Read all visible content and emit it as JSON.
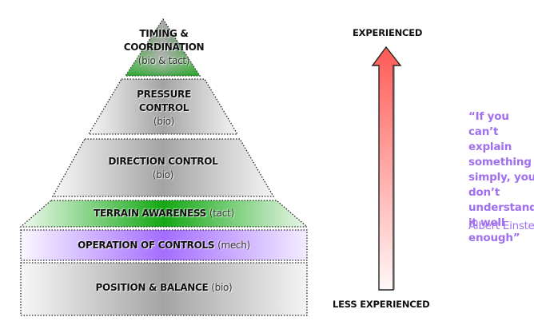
{
  "pyramid": {
    "levels": [
      {
        "title_lines": [
          "TIMING &",
          "COORDINATION"
        ],
        "tag": "(bio & tact)",
        "category": "bio & tact",
        "color": "#2fa02f"
      },
      {
        "title_lines": [
          "PRESSURE",
          "CONTROL"
        ],
        "tag": "(bio)",
        "category": "bio",
        "color": "#9a9a9a"
      },
      {
        "title_lines": [
          "DIRECTION CONTROL"
        ],
        "tag": "(bio)",
        "category": "bio",
        "color": "#9a9a9a"
      },
      {
        "title": "TERRAIN AWARENESS",
        "tag": "(tact)",
        "category": "tact",
        "color": "#11aa11"
      },
      {
        "title": "OPERATION OF CONTROLS",
        "tag": "(mech)",
        "category": "mech",
        "color": "#a36cff"
      },
      {
        "title": "POSITION & BALANCE",
        "tag": "(bio)",
        "category": "bio",
        "color": "#9a9a9a"
      }
    ]
  },
  "scale": {
    "top_label": "EXPERIENCED",
    "bottom_label": "LESS EXPERIENCED",
    "arrow_color_top": "#ff5a55",
    "arrow_color_bottom": "#fff5f5"
  },
  "quote": {
    "text": "“If you can’t explain something simply, you don’t understand it well enough”",
    "author": "Albert Einstein",
    "color": "#a070ee"
  }
}
